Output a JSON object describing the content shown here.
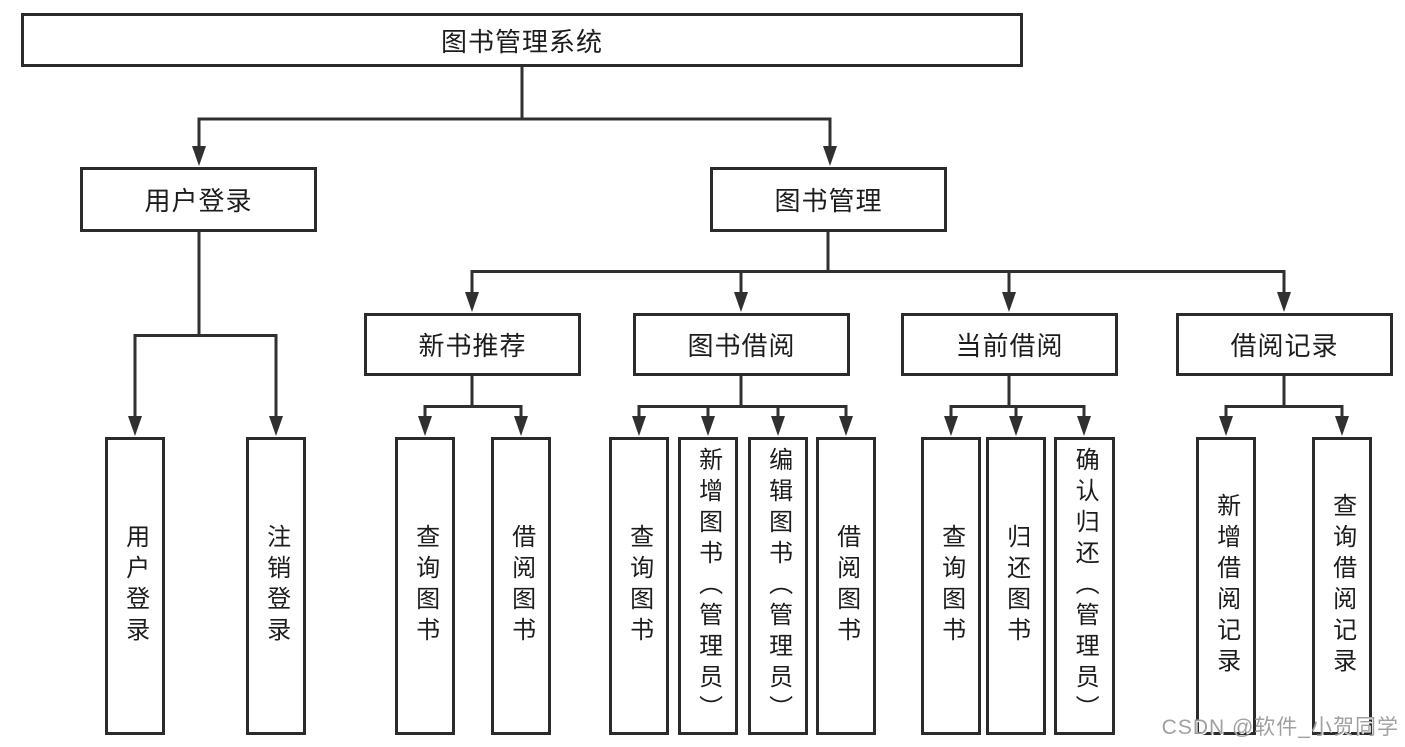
{
  "root": {
    "label": "图书管理系统"
  },
  "branches": [
    {
      "label": "用户登录",
      "children": [
        {
          "label": "用户登录"
        },
        {
          "label": "注销登录"
        }
      ]
    },
    {
      "label": "图书管理",
      "children": [
        {
          "label": "新书推荐",
          "children": [
            {
              "label": "查询图书"
            },
            {
              "label": "借阅图书"
            }
          ]
        },
        {
          "label": "图书借阅",
          "children": [
            {
              "label": "查询图书"
            },
            {
              "label": "新增图书（管理员）"
            },
            {
              "label": "编辑图书（管理员）"
            },
            {
              "label": "借阅图书"
            }
          ]
        },
        {
          "label": "当前借阅",
          "children": [
            {
              "label": "查询图书"
            },
            {
              "label": "归还图书"
            },
            {
              "label": "确认归还（管理员）"
            }
          ]
        },
        {
          "label": "借阅记录",
          "children": [
            {
              "label": "新增借阅记录"
            },
            {
              "label": "查询借阅记录"
            }
          ]
        }
      ]
    }
  ],
  "watermark": {
    "text": "CSDN @软件_小贺同学"
  },
  "colors": {
    "line": "#303030",
    "border": "#2b2b2b",
    "text": "#1c1c1c",
    "watermark": "#a0a0a0",
    "background": "#ffffff"
  }
}
